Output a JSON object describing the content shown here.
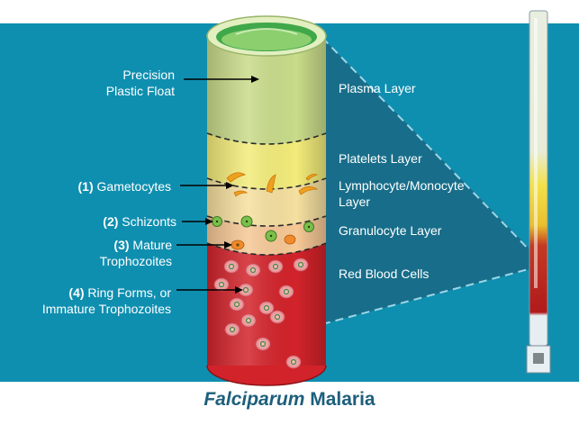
{
  "colors": {
    "background": "#0f8fb0",
    "inset_panel": "#1a6a86",
    "plasma": "#c9dc8a",
    "platelets": "#f3ec7a",
    "buffy": "#f6cf98",
    "rbc": "#d2232a",
    "label_text": "#ffffff",
    "caption_text": "#1d5f7c"
  },
  "labels_left": {
    "float": [
      "Precision",
      "Plastic Float"
    ],
    "gametocytes": {
      "num": "(1)",
      "text": "Gametocytes"
    },
    "schizonts": {
      "num": "(2)",
      "text": "Schizonts"
    },
    "mature": {
      "num": "(3)",
      "text": "Mature",
      "line2": "Trophozoites"
    },
    "ring": {
      "num": "(4)",
      "text": "Ring Forms, or",
      "line2": "Immature Trophozoites"
    }
  },
  "labels_right": {
    "plasma": "Plasma Layer",
    "platelets": "Platelets Layer",
    "lympho": [
      "Lymphocyte/Monocyte",
      "Layer"
    ],
    "granulocyte": "Granulocyte Layer",
    "rbc": "Red Blood Cells"
  },
  "caption": {
    "italic": "Falciparum",
    "rest": " Malaria"
  }
}
